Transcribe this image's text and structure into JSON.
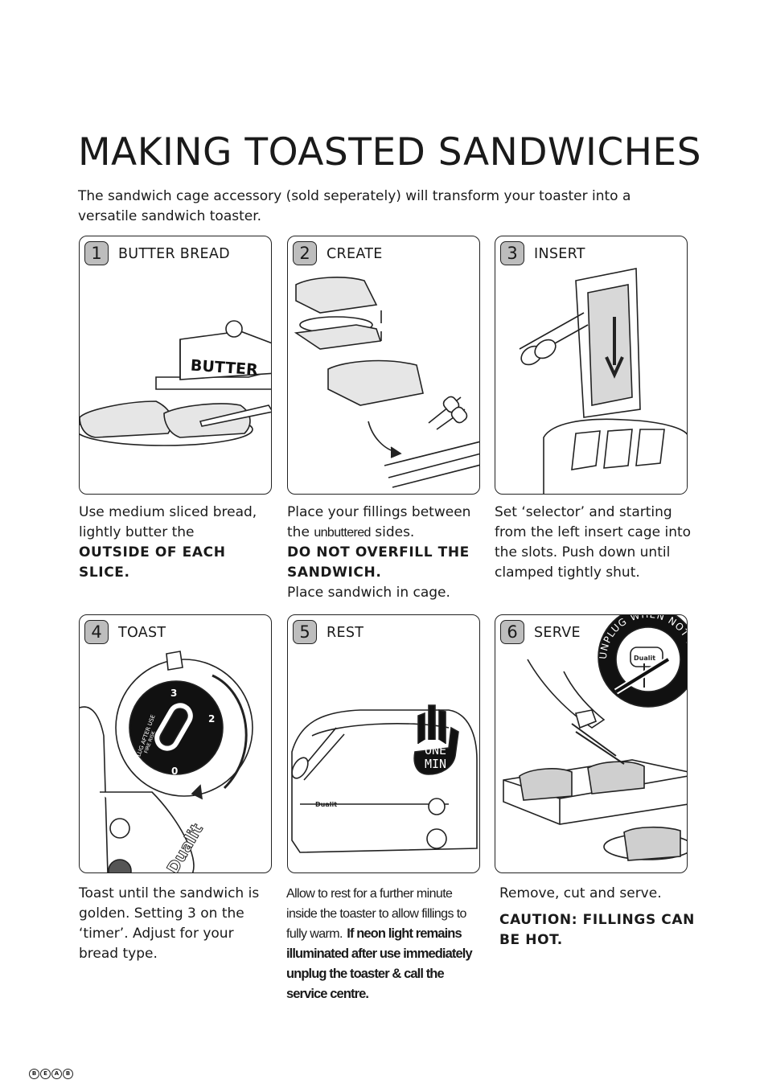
{
  "page": {
    "title": "MAKING TOASTED SANDWICHES",
    "intro": "The sandwich cage accessory (sold seperately) will transform your toaster into a versatile sandwich toaster."
  },
  "steps": [
    {
      "number": "1",
      "title": "BUTTER BREAD",
      "illustration_label": "BUTTER"
    },
    {
      "number": "2",
      "title": "CREATE"
    },
    {
      "number": "3",
      "title": "INSERT"
    },
    {
      "number": "4",
      "title": "TOAST",
      "dial_labels": [
        "3",
        "2",
        "0",
        "UNPLUG AFTER USE",
        "FIRE RISK"
      ],
      "brand": "Dualit"
    },
    {
      "number": "5",
      "title": "REST",
      "badge_line1": "ONE",
      "badge_line2": "MIN",
      "brand": "Dualit"
    },
    {
      "number": "6",
      "title": "SERVE",
      "ring_text": "UNPLUG WHEN NOT IN USE",
      "brand": "Dualit"
    }
  ],
  "descriptions": {
    "step1": {
      "text": "Use medium sliced bread, lightly butter the",
      "bold": "OUTSIDE OF EACH SLICE."
    },
    "step2": {
      "text_a": "Place your fillings between the",
      "text_b": "unbuttered",
      "text_c": "sides.",
      "bold": "DO NOT OVERFILL THE SANDWICH.",
      "text_d": "Place sandwich in cage."
    },
    "step3": {
      "text": "Set ‘selector’ and starting from the left insert cage into the slots. Push down until clamped tightly shut."
    },
    "step4": {
      "text": "Toast until the sandwich is golden. Setting 3 on the ‘timer’. Adjust for your bread type."
    },
    "step5": {
      "text": "Allow to rest for a further minute inside the toaster to allow fillings to fully warm.",
      "bold": "If neon light remains illuminated after use immediately unplug the toaster & call the service centre."
    },
    "step6": {
      "text": "Remove, cut and serve.",
      "bold": "CAUTION: FILLINGS CAN BE HOT."
    }
  },
  "footer": {
    "logo_letters": [
      "B",
      "E",
      "A",
      "B"
    ]
  }
}
